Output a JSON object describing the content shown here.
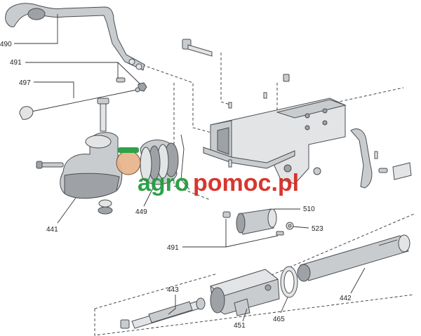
{
  "watermark": {
    "part1": "agro",
    "part2": "pomoc.pl"
  },
  "labels": {
    "p490": "490",
    "p491a": "491",
    "p497": "497",
    "p441": "441",
    "p449": "449",
    "p510": "510",
    "p523": "523",
    "p491b": "491",
    "p443": "443",
    "p442": "442",
    "p451": "451",
    "p465": "465"
  }
}
